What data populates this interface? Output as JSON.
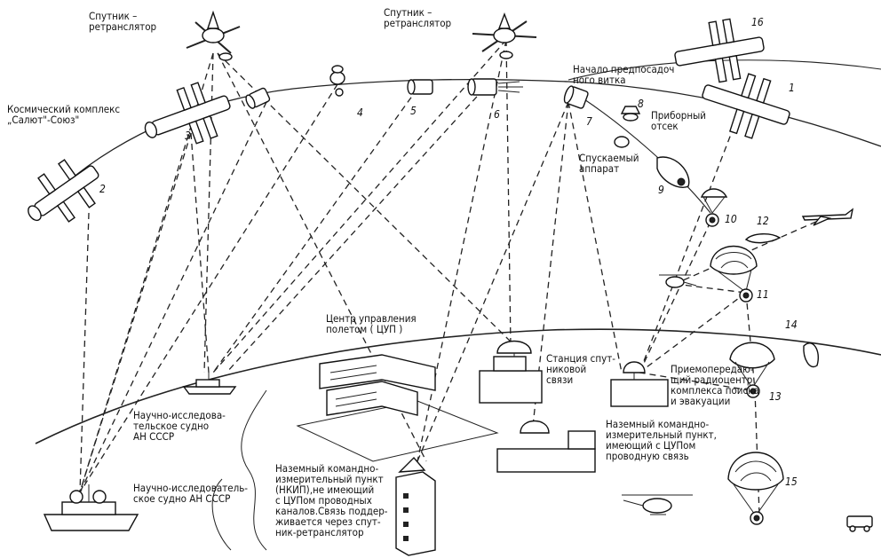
{
  "labels": {
    "relay_sat_left": "Спутник –\nретранслятор",
    "relay_sat_center": "Спутник –\nретранслятор",
    "complex": "Космический комплекс\n„Салют\"-Союз\"",
    "preland_orbit": "Начало предпосадоч\nного витка",
    "instrument_module": "Приборный\nотсек",
    "descent_vehicle": "Спускаемый\nаппарат",
    "mcc": "Центр управления\nполетом ( ЦУП )",
    "sat_station": "Станция спут-\nниковой\nсвязи",
    "rescue_center": "Приемопередаю-\nщий радиоцентр\nкомплекса поиска\nи эвакуации",
    "nkip_wired": "Наземный командно-\nизмерительный пункт,\nимеющий с ЦУПом\nпроводную связь",
    "nkip_relay": "Наземный командно-\nизмерительный пункт\n(НКИП),не имеющий\nс ЦУПом проводных\nканалов.Связь поддер-\nживается через спут-\nник-ретранслятор",
    "ship_upper": "Научно-исследова-\nтельское судно\nАН СССР",
    "ship_lower": "Научно-исследователь-\nское судно АН СССР"
  },
  "numbers": {
    "n1": "1",
    "n2": "2",
    "n3": "3",
    "n4": "4",
    "n5": "5",
    "n6": "6",
    "n7": "7",
    "n8": "8",
    "n9": "9",
    "n10": "10",
    "n11": "11",
    "n12": "12",
    "n13": "13",
    "n14": "14",
    "n15": "15",
    "n16": "16"
  }
}
